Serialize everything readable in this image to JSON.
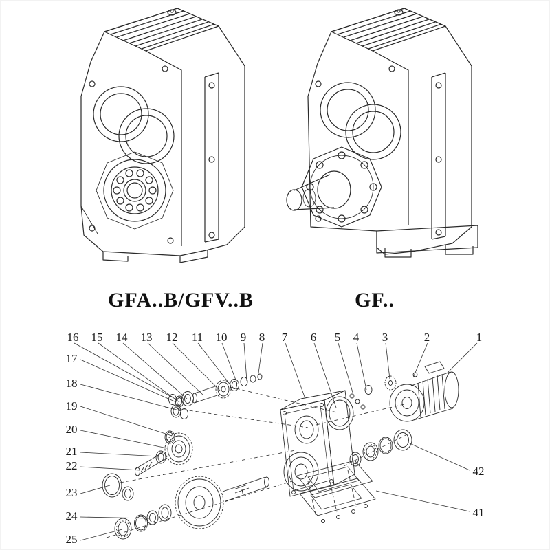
{
  "figure": {
    "left_model_label": "GFA..B/GFV..B",
    "right_model_label": "GF.."
  },
  "exploded": {
    "callouts_top": [
      "16",
      "15",
      "14",
      "13",
      "12",
      "11",
      "10",
      "9",
      "8",
      "7",
      "6",
      "5",
      "4",
      "3",
      "2",
      "1"
    ],
    "callouts_left": [
      "17",
      "18",
      "19",
      "20",
      "21",
      "22",
      "23",
      "24",
      "25"
    ],
    "callouts_right": [
      "42",
      "41"
    ]
  },
  "colors": {
    "line": "#2a2a2a",
    "background": "#ffffff"
  }
}
